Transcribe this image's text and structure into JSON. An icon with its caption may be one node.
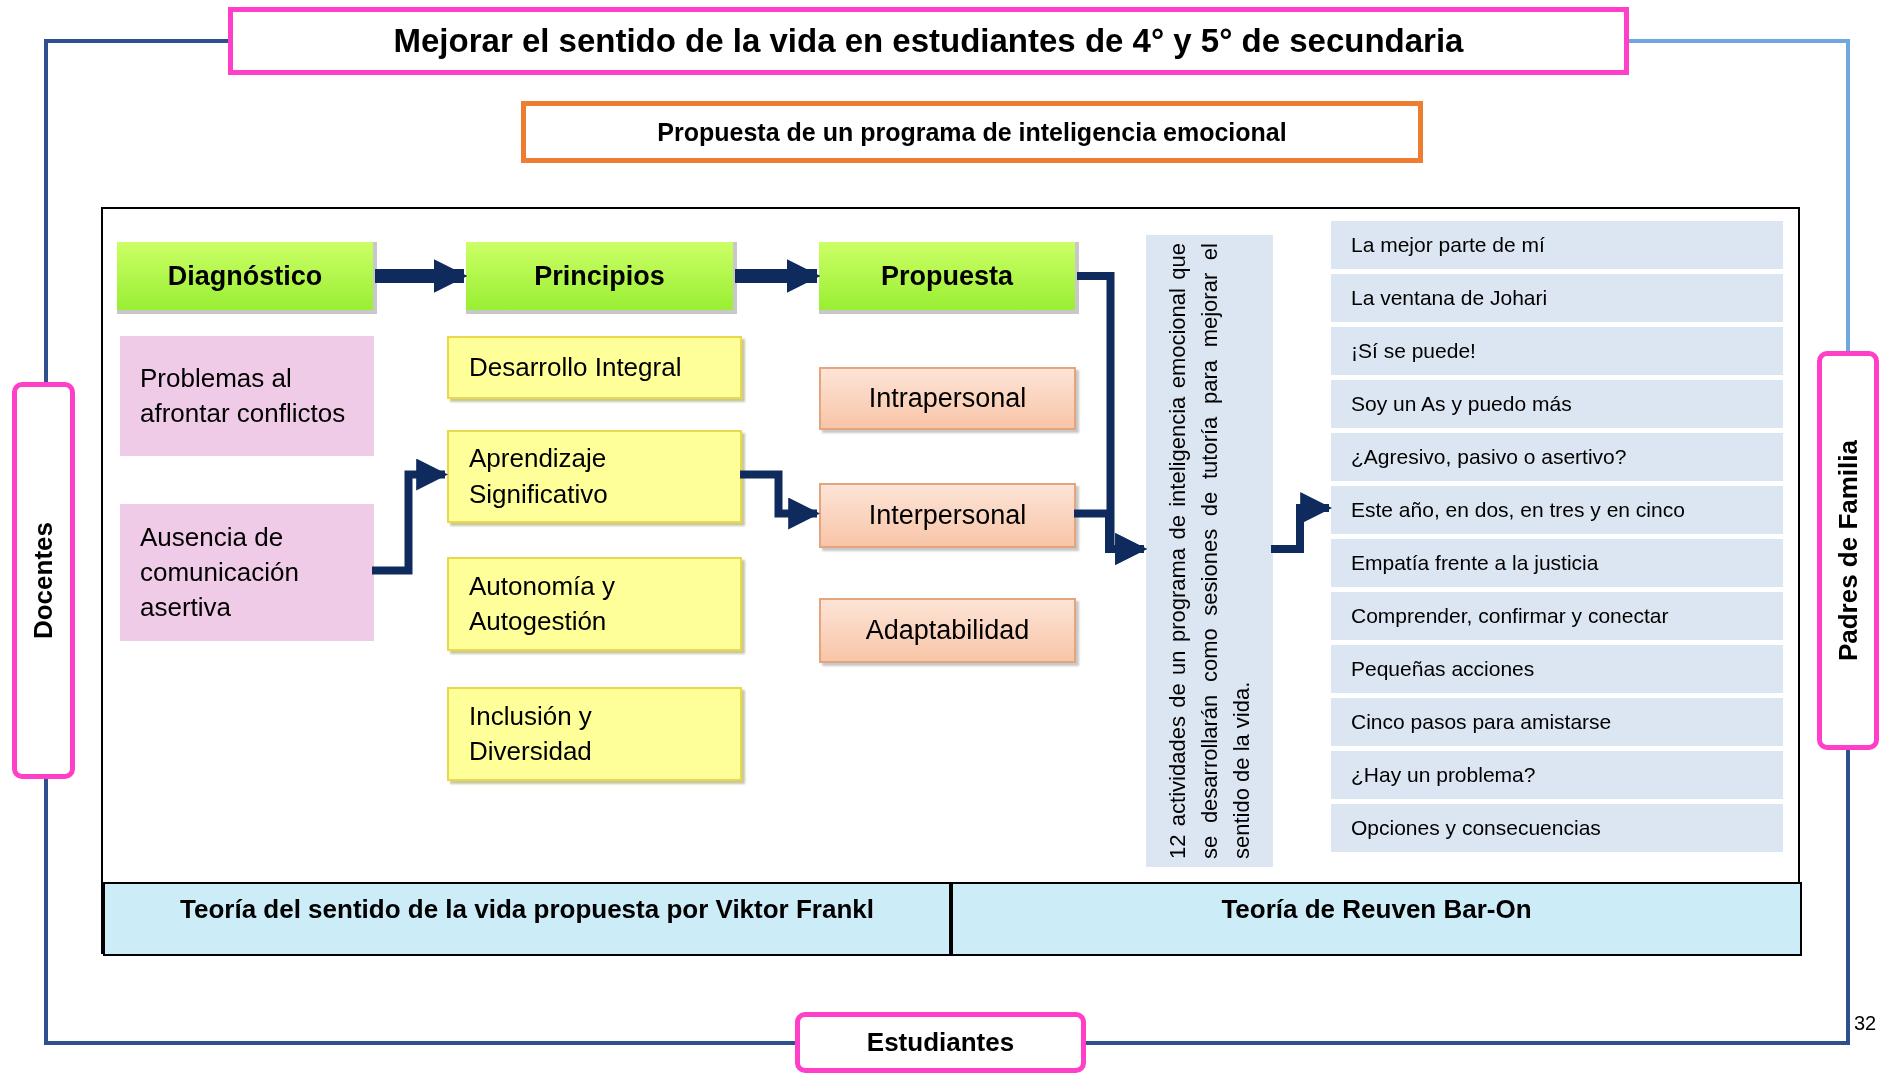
{
  "diagram": {
    "nodes": [
      {
        "text": [
          "Mejorar el sentido de la vida en estudiantes de 4° y 5° de secundaria"
        ]
      },
      {
        "text": [
          "Propuesta de un programa de inteligencia emocional"
        ]
      },
      {
        "text": [],
        "shape": "box"
      },
      {
        "text": [
          "Diagnóstico"
        ],
        "in": 2
      },
      {
        "text": [
          "Principios"
        ],
        "in": 2
      },
      {
        "text": [
          "Propuesta"
        ],
        "in": 2
      },
      {
        "text": [
          "Problemas al afrontar conflictos"
        ],
        "in": 2
      },
      {
        "text": [
          "Ausencia de comunicación asertiva"
        ],
        "in": 2
      },
      {
        "text": [
          "Desarrollo Integral"
        ],
        "in": 2
      },
      {
        "text": [
          "Aprendizaje Significativo"
        ],
        "in": 2
      },
      {
        "text": [
          "Autonomía y Autogestión"
        ],
        "in": 2
      },
      {
        "text": [
          "Inclusión y Diversidad"
        ],
        "in": 2
      },
      {
        "text": [
          "Intrapersonal"
        ],
        "in": 2
      },
      {
        "text": [
          "Interpersonal"
        ],
        "in": 2
      },
      {
        "text": [
          "Adaptabilidad"
        ],
        "in": 2
      },
      {
        "text": [
          "12 actividades de un programa de inteligencia emocional que se desarrollarán como sesiones de tutoría para mejorar el sentido de la vida."
        ],
        "in": 2
      },
      {
        "text": [
          "La mejor parte de mí"
        ],
        "in": 2
      },
      {
        "text": [
          "La ventana de Johari"
        ],
        "in": 2
      },
      {
        "text": [
          "¡Sí se puede!"
        ],
        "in": 2
      },
      {
        "text": [
          "Soy un As y puedo más"
        ],
        "in": 2
      },
      {
        "text": [
          "¿Agresivo, pasivo o asertivo?"
        ],
        "in": 2
      },
      {
        "text": [
          "Este año, en dos, en tres y en cinco"
        ],
        "in": 2
      },
      {
        "text": [
          "Empatía frente a la justicia"
        ],
        "in": 2
      },
      {
        "text": [
          "Comprender, confirmar y conectar"
        ],
        "in": 2
      },
      {
        "text": [
          "Pequeñas acciones"
        ],
        "in": 2
      },
      {
        "text": [
          "Cinco pasos para amistarse"
        ],
        "in": 2
      },
      {
        "text": [
          "¿Hay un problema?"
        ],
        "in": 2
      },
      {
        "text": [
          "Opciones y consecuencias"
        ],
        "in": 2
      },
      {
        "text": [
          "Teoría del sentido de la vida propuesta por Viktor Frankl"
        ],
        "in": 2
      },
      {
        "text": [
          "Teoría de Reuven Bar-On"
        ],
        "in": 2
      },
      {
        "text": [
          "Docentes"
        ]
      },
      {
        "text": [
          "Padres de Familia"
        ]
      },
      {
        "text": [
          "Estudiantes"
        ]
      }
    ],
    "edges": [
      {
        "from": 3,
        "to": 4,
        "arrow": "to"
      },
      {
        "from": 4,
        "to": 5,
        "arrow": "to"
      },
      {
        "from": 5,
        "to": 15,
        "arrow": "to"
      },
      {
        "from": 7,
        "to": 9,
        "arrow": "to"
      },
      {
        "from": 9,
        "to": 13,
        "arrow": "to"
      },
      {
        "from": 13,
        "to": 15,
        "arrow": "to"
      },
      {
        "from": 15,
        "to": 21,
        "arrow": "to"
      },
      {
        "from": 0,
        "to": 30,
        "arrow": "none"
      },
      {
        "from": 30,
        "to": 32,
        "arrow": "none"
      },
      {
        "from": 32,
        "to": 31,
        "arrow": "none"
      },
      {
        "from": 31,
        "to": 0,
        "arrow": "none",
        "color": "#6fa8dc"
      }
    ],
    "labels": [
      "32"
    ]
  }
}
